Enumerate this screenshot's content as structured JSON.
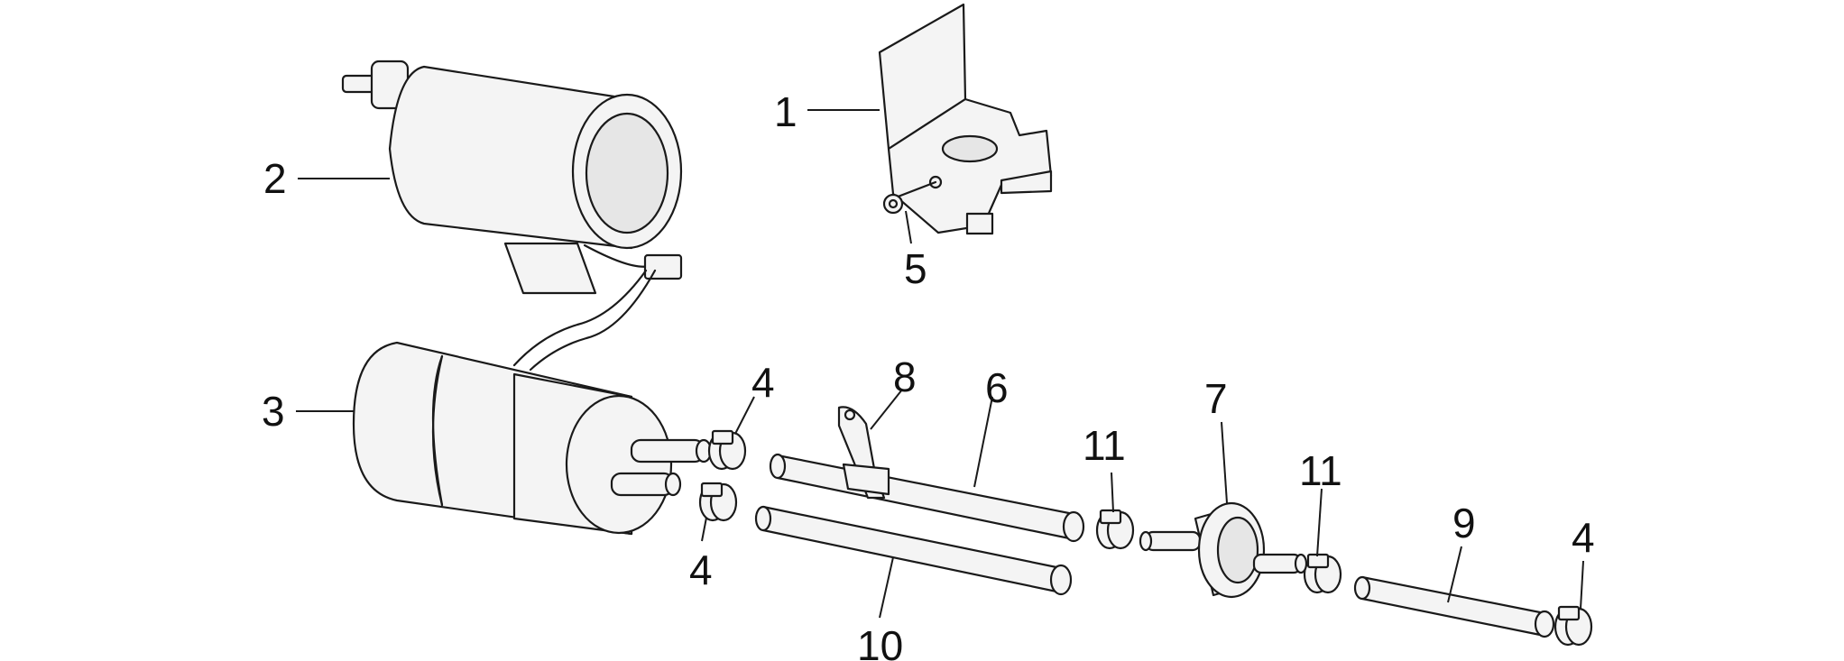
{
  "callouts": {
    "c1": "1",
    "c2": "2",
    "c3": "3",
    "c4a": "4",
    "c4b": "4",
    "c4c": "4",
    "c5": "5",
    "c6": "6",
    "c7": "7",
    "c8": "8",
    "c9": "9",
    "c10": "10",
    "c11a": "11",
    "c11b": "11"
  },
  "colors": {
    "line": "#1a1a1a",
    "fill": "#f4f4f4",
    "background": "#ffffff"
  }
}
